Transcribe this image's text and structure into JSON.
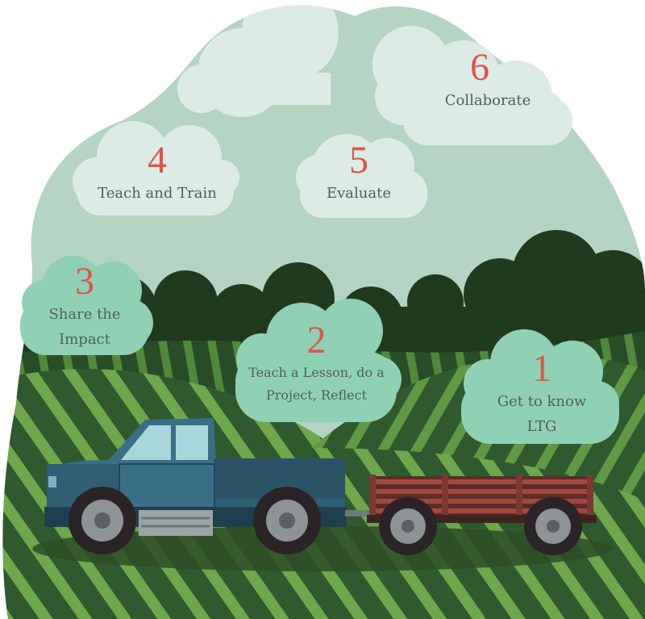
{
  "steps": [
    {
      "number": "1",
      "label_lines": [
        "Get to know",
        "LTG"
      ]
    },
    {
      "number": "2",
      "label_lines": [
        "Teach a Lesson, do a",
        "Project, Reflect"
      ]
    },
    {
      "number": "3",
      "label_lines": [
        "Share the",
        "Impact"
      ]
    },
    {
      "number": "4",
      "label_lines": [
        "Teach and Train"
      ]
    },
    {
      "number": "5",
      "label_lines": [
        "Evaluate"
      ]
    },
    {
      "number": "6",
      "label_lines": [
        "Collaborate"
      ]
    }
  ],
  "colors": {
    "sky": "#b3d4c3",
    "sky_cloud": "#dcebe6",
    "step_cloud_green": "#8fd1b4",
    "number_red": "#e0524a",
    "label_gray": "#4f5e5a",
    "treeline": "#1f3a1c",
    "field_dark": "#2f5a2d",
    "field_light": "#6da84a",
    "truck_blue": "#3a6f88",
    "trailer_red": "#7a3a33"
  }
}
